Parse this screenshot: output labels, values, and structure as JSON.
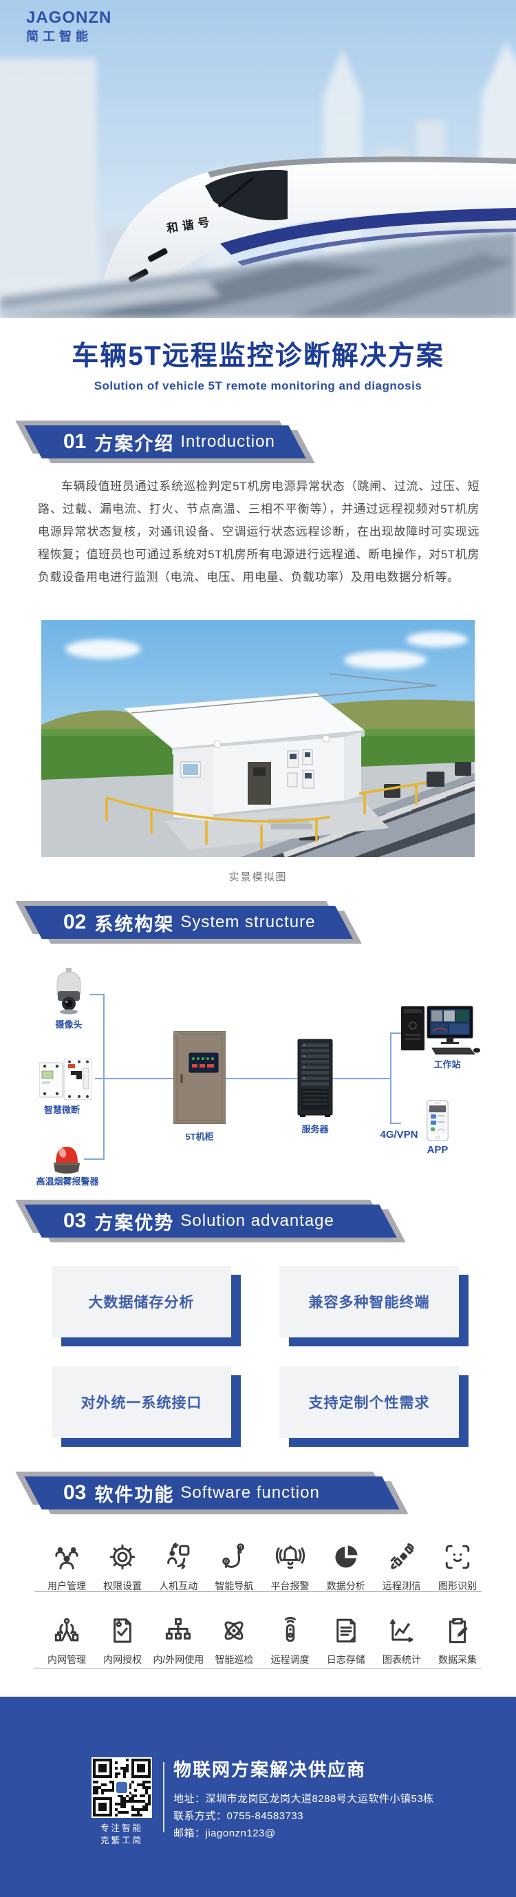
{
  "logo": {
    "brand": "JAGONZN",
    "brand_cn": "简工智能"
  },
  "hero": {
    "train_marking": "和谐号"
  },
  "title": {
    "main": "车辆5T远程监控诊断解决方案",
    "sub": "Solution of vehicle 5T remote monitoring and diagnosis"
  },
  "sections": {
    "intro": {
      "num": "01",
      "title_zh": "方案介绍",
      "title_en": "Introduction"
    },
    "structure": {
      "num": "02",
      "title_zh": "系统构架",
      "title_en": "System structure"
    },
    "advantage": {
      "num": "03",
      "title_zh": "方案优势",
      "title_en": "Solution advantage"
    },
    "software": {
      "num": "03",
      "title_zh": "软件功能",
      "title_en": "Software function"
    }
  },
  "intro_paragraph": "车辆段值班员通过系统巡检判定5T机房电源异常状态（跳闸、过流、过压、短路、过载、漏电流、打火、节点高温、三相不平衡等），并通过远程视频对5T机房电源异常状态复核，对通讯设备、空调运行状态远程诊断，在出现故障时可实现远程恢复；值班员也可通过系统对5T机房所有电源进行远程通、断电操作，对5T机房负载设备用电进行监测（电流、电压、用电量、负载功率）及用电数据分析等。",
  "simulation_caption": "实景模拟图",
  "diagram": {
    "camera": "摄像头",
    "breaker": "智慧微断",
    "alarm": "高温烟雾报警器",
    "cabinet": "5T机柜",
    "server": "服务器",
    "workstation": "工作站",
    "network": "4G/VPN",
    "app": "APP"
  },
  "advantages": [
    "大数据储存分析",
    "兼容多种智能终端",
    "对外统一系统接口",
    "支持定制个性需求"
  ],
  "software_functions": {
    "row1": [
      {
        "icon": "users-icon",
        "label": "用户管理"
      },
      {
        "icon": "gear-icon",
        "label": "权限设置"
      },
      {
        "icon": "human-machine-icon",
        "label": "人机互动"
      },
      {
        "icon": "route-pin-icon",
        "label": "智能导航"
      },
      {
        "icon": "alarm-bell-icon",
        "label": "平台报警"
      },
      {
        "icon": "pie-chart-icon",
        "label": "数据分析"
      },
      {
        "icon": "satellite-icon",
        "label": "远程测信"
      },
      {
        "icon": "face-scan-icon",
        "label": "图形识别"
      }
    ],
    "row2": [
      {
        "icon": "antenna-icon",
        "label": "内网管理"
      },
      {
        "icon": "doc-check-icon",
        "label": "内网授权"
      },
      {
        "icon": "network-tree-icon",
        "label": "内/外网使用"
      },
      {
        "icon": "atom-icon",
        "label": "智能巡检"
      },
      {
        "icon": "remote-control-icon",
        "label": "远程调度"
      },
      {
        "icon": "log-file-icon",
        "label": "日志存储"
      },
      {
        "icon": "line-chart-icon",
        "label": "图表统计"
      },
      {
        "icon": "clipboard-pencil-icon",
        "label": "数据采集"
      }
    ]
  },
  "footer": {
    "qr_slogan_line1": "专注智能",
    "qr_slogan_line2": "克繁工简",
    "title": "物联网方案解决供应商",
    "address": "地址：深圳市龙岗区龙岗大道8288号大运软件小镇53栋",
    "contact": "联系方式：0755-84583733",
    "email": "邮箱：jiagonzn123@"
  },
  "colors": {
    "brand_blue": "#2b4b9e",
    "footer_blue": "#2e4fa2",
    "title_blue": "#1c3c96",
    "card_text_blue": "#3e5dab",
    "ribbon_gray": "#a9abb0",
    "line_blue": "#7fa8dc"
  }
}
